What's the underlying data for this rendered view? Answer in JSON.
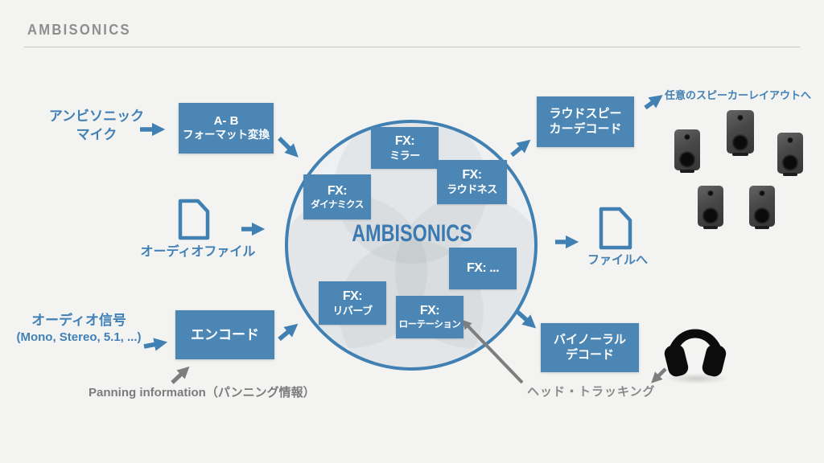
{
  "header": {
    "title": "AMBISONICS"
  },
  "colors": {
    "accent_blue": "#4b86b5",
    "label_blue": "#4180b5",
    "center_blue": "#3a79b1",
    "title_gray": "#8e8e8e",
    "annotation_gray": "#7c7c7c"
  },
  "inputs": {
    "mic": {
      "line1": "アンビソニック",
      "line2": "マイク"
    },
    "ab_box": {
      "line1": "A- B",
      "line2": "フォーマット変換"
    },
    "audio_file": {
      "label": "オーディオファイル"
    },
    "audio_signal": {
      "line1": "オーディオ信号",
      "line2": "(Mono, Stereo, 5.1, ...)"
    },
    "encode_box": {
      "label": "エンコード"
    },
    "panning_note": {
      "label": "Panning information（パンニング情報）"
    }
  },
  "core": {
    "title": "AMBISONICS",
    "fx_mirror": {
      "line1": "FX:",
      "line2": "ミラー"
    },
    "fx_loudness": {
      "line1": "FX:",
      "line2": "ラウドネス"
    },
    "fx_dynamics": {
      "line1": "FX:",
      "line2": "ダイナミクス"
    },
    "fx_more": {
      "line1": "FX: ..."
    },
    "fx_reverb": {
      "line1": "FX:",
      "line2": "リバーブ"
    },
    "fx_rotation": {
      "line1": "FX:",
      "line2": "ローテーション"
    }
  },
  "outputs": {
    "loudspeaker_box": {
      "line1": "ラウドスピー",
      "line2": "カーデコード"
    },
    "speaker_layout": {
      "label": "任意のスピーカーレイアウトへ"
    },
    "to_file": {
      "label": "ファイルへ"
    },
    "binaural_box": {
      "line1": "バイノーラル",
      "line2": "デコード"
    },
    "head_tracking": {
      "label": "ヘッド・トラッキング"
    }
  },
  "icons": {
    "input_file": "file-icon",
    "output_file": "file-icon",
    "speakers": "studio-monitor-icon",
    "headphones": "headphones-icon"
  }
}
